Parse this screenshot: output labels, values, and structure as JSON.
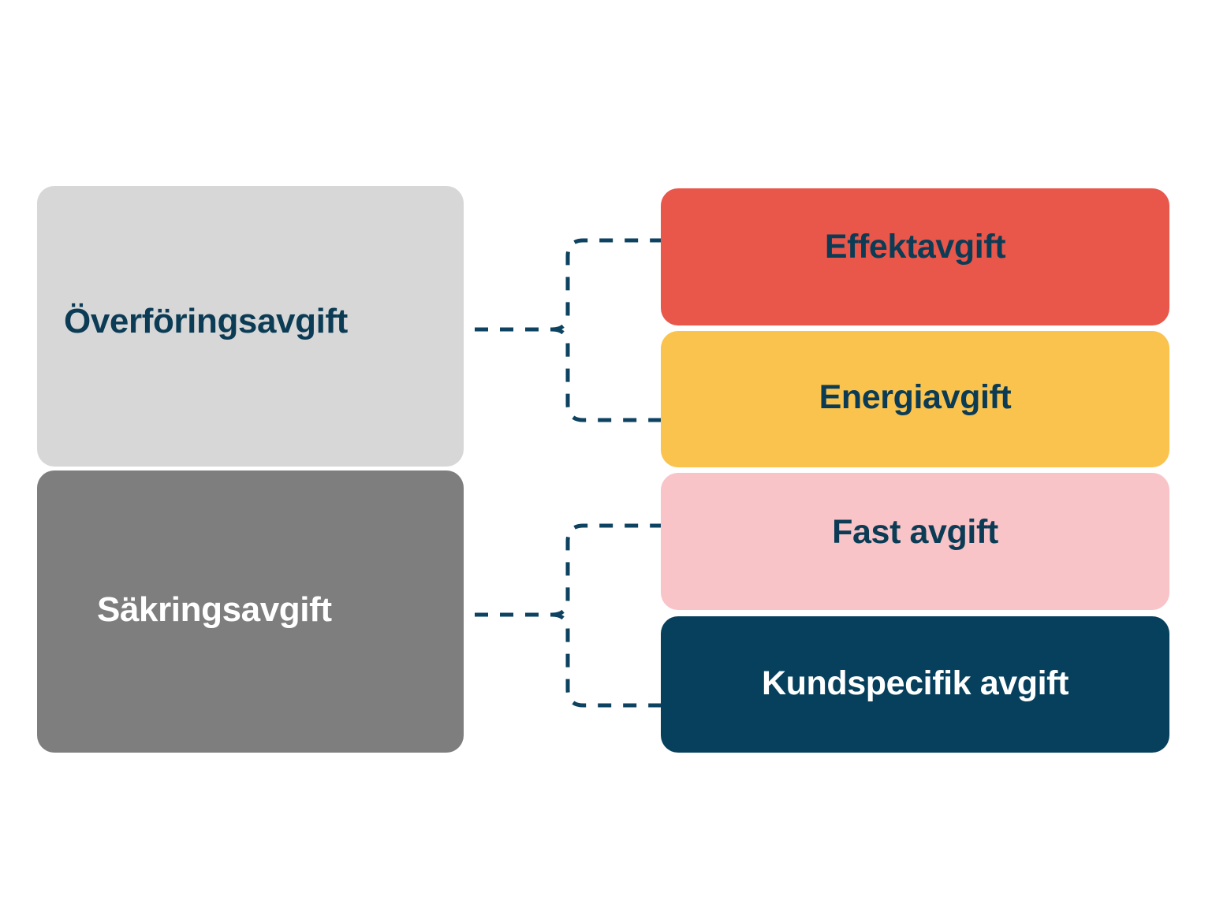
{
  "diagram": {
    "title_visible": false,
    "background_color": "#ffffff",
    "type": "bracket-breakdown",
    "connector": {
      "style": "dashed",
      "color": "#0d4260",
      "icon": "dashed-bracket-connector"
    },
    "parents": [
      {
        "id": "overforingsavgift",
        "label": "Överföringsavgift",
        "background_color": "#d7d7d7",
        "text_color": "#0c3c55",
        "children": [
          "effektavgift",
          "energiavgift"
        ]
      },
      {
        "id": "sakringsavgift",
        "label": "Säkringsavgift",
        "background_color": "#7e7e7e",
        "text_color": "#ffffff",
        "children": [
          "fast-avgift",
          "kundspecifik-avgift"
        ]
      }
    ],
    "children": [
      {
        "id": "effektavgift",
        "label": "Effektavgift",
        "background_color": "#e9564a",
        "text_color": "#0c3c55"
      },
      {
        "id": "energiavgift",
        "label": "Energiavgift",
        "background_color": "#fac34d",
        "text_color": "#0c3c55"
      },
      {
        "id": "fast-avgift",
        "label": "Fast avgift",
        "background_color": "#f8c4c8",
        "text_color": "#0c3c55"
      },
      {
        "id": "kundspecifik-avgift",
        "label": "Kundspecifik avgift",
        "background_color": "#06405c",
        "text_color": "#ffffff"
      }
    ]
  }
}
